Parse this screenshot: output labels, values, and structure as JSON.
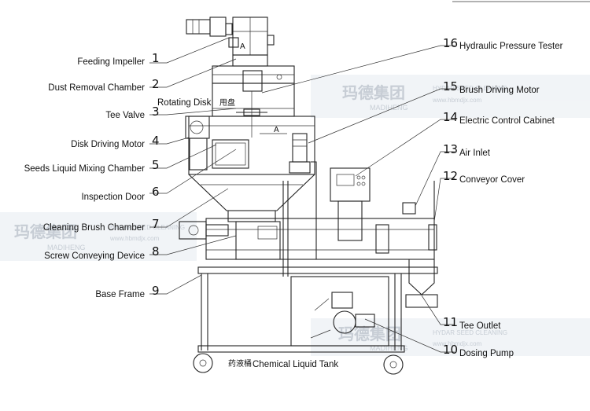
{
  "labels_left": [
    {
      "num": "1",
      "text": "Feeding Impeller"
    },
    {
      "num": "2",
      "text": "Dust Removal Chamber"
    },
    {
      "num": "3",
      "text": "Tee Valve"
    },
    {
      "num": "4",
      "text": "Disk Driving Motor"
    },
    {
      "num": "5",
      "text": "Seeds Liquid Mixing Chamber"
    },
    {
      "num": "6",
      "text": "Inspection Door"
    },
    {
      "num": "7",
      "text": "Cleaning Brush Chamber"
    },
    {
      "num": "8",
      "text": "Screw Conveying Device"
    },
    {
      "num": "9",
      "text": "Base Frame"
    }
  ],
  "labels_right": [
    {
      "num": "16",
      "text": "Hydraulic  Pressure Tester"
    },
    {
      "num": "15",
      "text": "Brush Driving Motor"
    },
    {
      "num": "14",
      "text": "Electric Control Cabinet"
    },
    {
      "num": "13",
      "text": "Air Inlet"
    },
    {
      "num": "12",
      "text": "Conveyor Cover"
    },
    {
      "num": "11",
      "text": "Tee Outlet"
    },
    {
      "num": "10",
      "text": "Dosing Pump"
    }
  ],
  "inline_labels": {
    "rotating_disk": "Rotating Disk",
    "rotating_disk_cn": "甩盘",
    "tank_cn": "药液桶",
    "tank": "Chemical Liquid Tank",
    "section_a": "A"
  },
  "watermark": {
    "brand_cn": "玛德集团",
    "brand_en": "MADIHENG",
    "company": "HYDAR SEED CLEANING",
    "site": "www.hbmdjx.com"
  }
}
